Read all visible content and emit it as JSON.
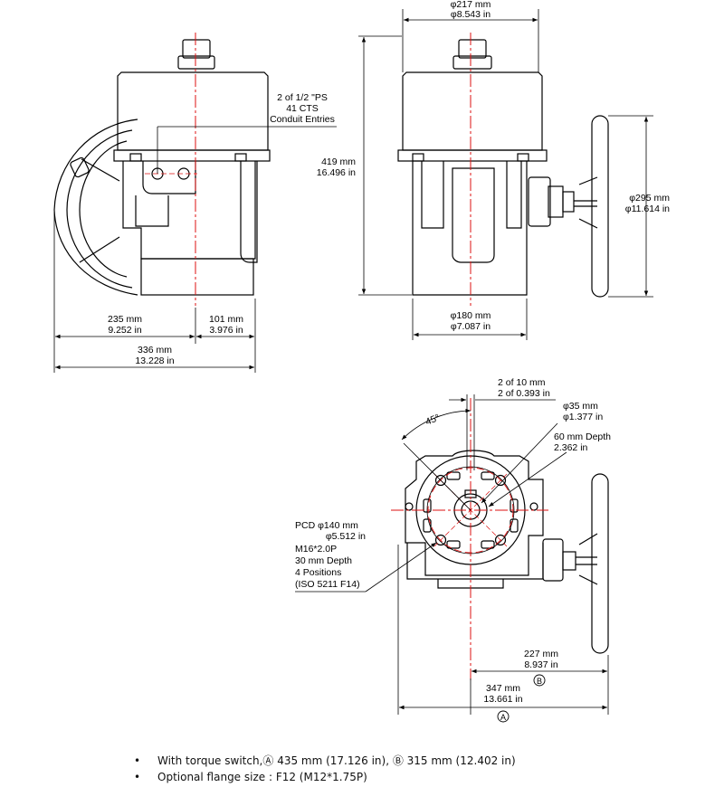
{
  "dimensions": {
    "top_dia_mm": "φ217 mm",
    "top_dia_in": "φ8.543 in",
    "height_mm": "419 mm",
    "height_in": "16.496 in",
    "wheel_dia_mm": "φ295 mm",
    "wheel_dia_in": "φ11.614 in",
    "base_dia_mm": "φ180 mm",
    "base_dia_in": "φ7.087 in",
    "left_a_mm": "235 mm",
    "left_a_in": "9.252 in",
    "left_b_mm": "101 mm",
    "left_b_in": "3.976 in",
    "total_w_mm": "336 mm",
    "total_w_in": "13.228 in",
    "conduit_1": "2 of 1/2 \"PS",
    "conduit_2": "41 CTS",
    "conduit_3": "Conduit Entries",
    "key_mm": "2 of 10 mm",
    "key_in": "2 of 0.393 in",
    "bore_mm": "φ35 mm",
    "bore_in": "φ1.377 in",
    "depth_mm": "60 mm  Depth",
    "depth_in": "2.362 in",
    "angle": "45°",
    "pcd_1": "PCD φ140 mm",
    "pcd_2": "φ5.512 in",
    "pcd_3": "M16*2.0P",
    "pcd_4": "30 mm Depth",
    "pcd_5": "4 Positions",
    "pcd_6": "(ISO 5211 F14)",
    "b_mm": "227 mm",
    "b_in": "8.937 in",
    "b_mark": "B",
    "a_mm": "347 mm",
    "a_in": "13.661 in",
    "a_mark": "A"
  },
  "notes": [
    "With torque switch,Ⓐ 435 mm (17.126 in), Ⓑ 315 mm (12.402 in)",
    "Optional flange size : F12 (M12*1.75P)"
  ]
}
